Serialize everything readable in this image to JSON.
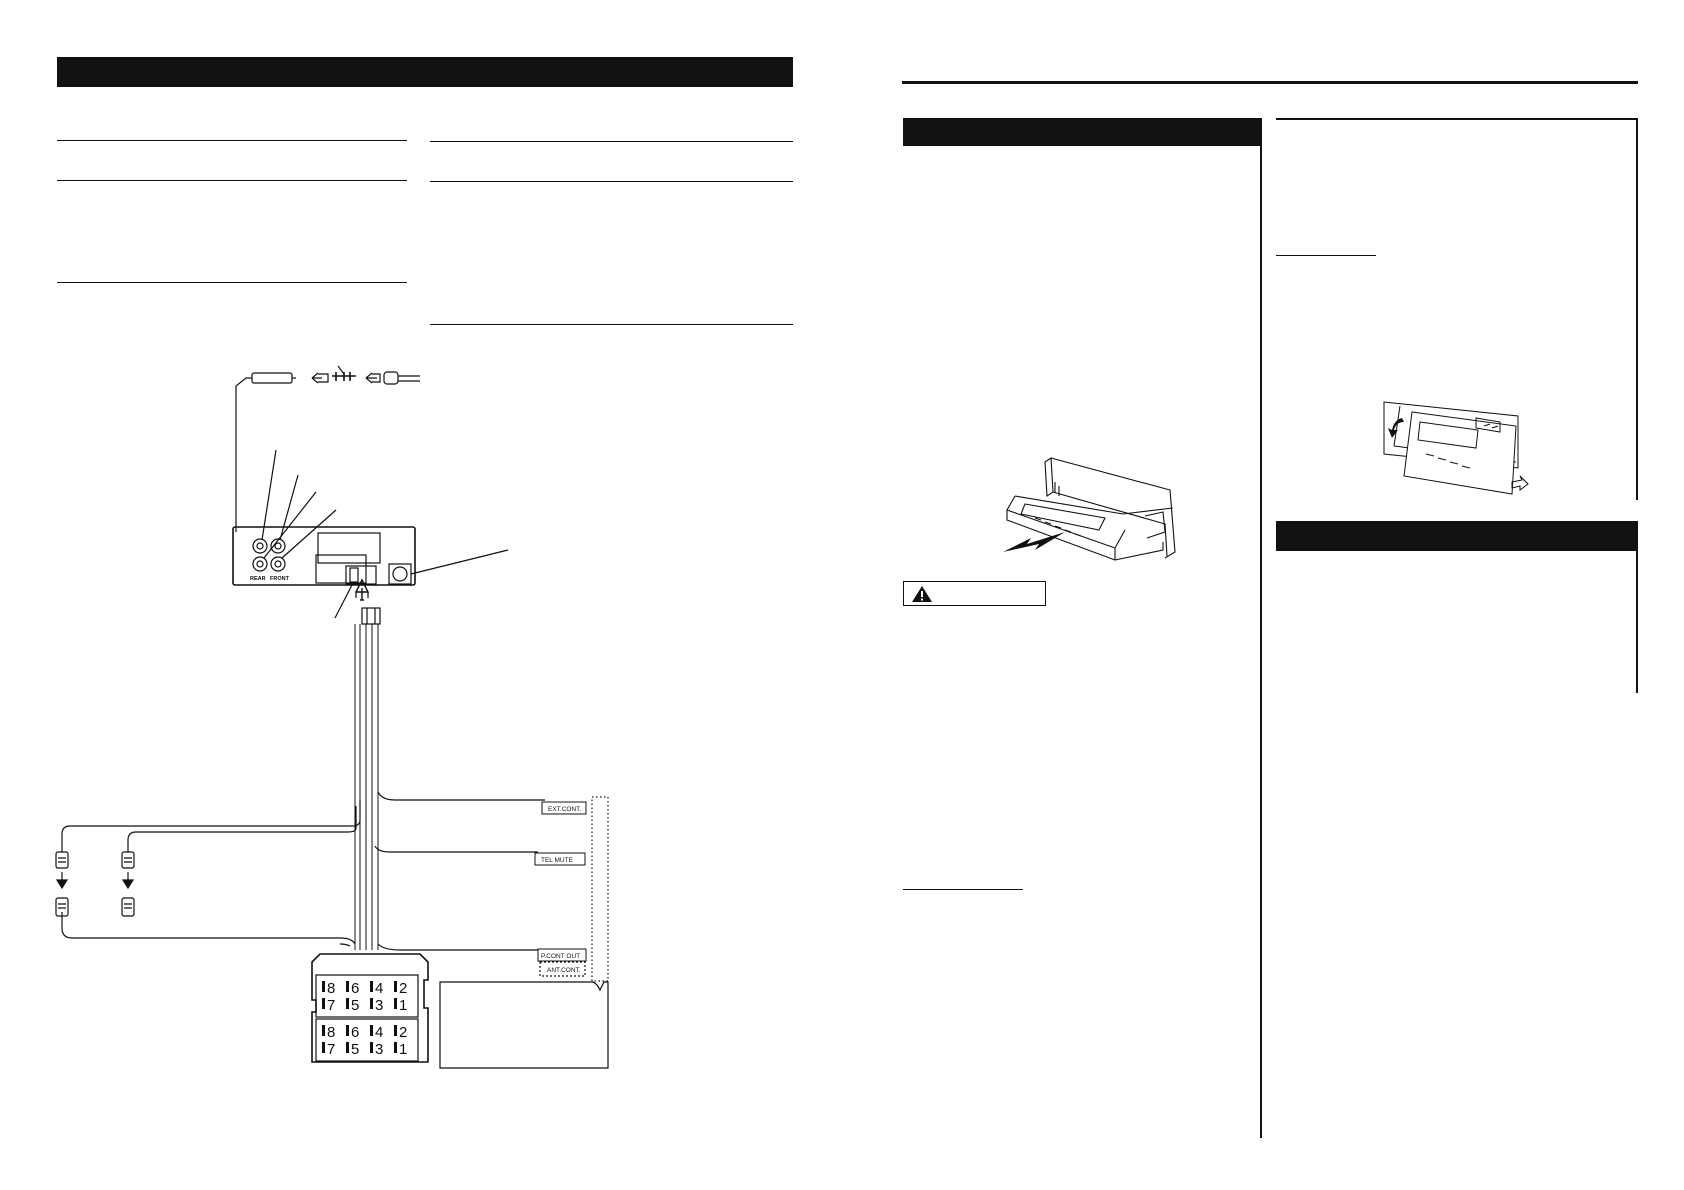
{
  "left_page": {
    "wiring_diagram": {
      "rca_jack_labels": {
        "rear": "REAR",
        "front": "FRONT"
      },
      "lead_tags": {
        "ext_cont": "EXT.CONT.",
        "tel_mute": "TEL MUTE",
        "p_cont_out": "P.CONT OUT",
        "ant_cont": "ANT.CONT."
      },
      "iso_connector": {
        "upper_row_1": [
          "8",
          "6",
          "4",
          "2"
        ],
        "upper_row_2": [
          "7",
          "5",
          "3",
          "1"
        ],
        "lower_row_1": [
          "8",
          "6",
          "4",
          "2"
        ],
        "lower_row_2": [
          "7",
          "5",
          "3",
          "1"
        ]
      }
    }
  },
  "right_page": {
    "illustrations": {
      "front_panel_removal": "front-panel-removal-illustration",
      "faceplate_attachment": "faceplate-attachment-illustration"
    },
    "warning_icon": "warning-triangle-icon"
  }
}
